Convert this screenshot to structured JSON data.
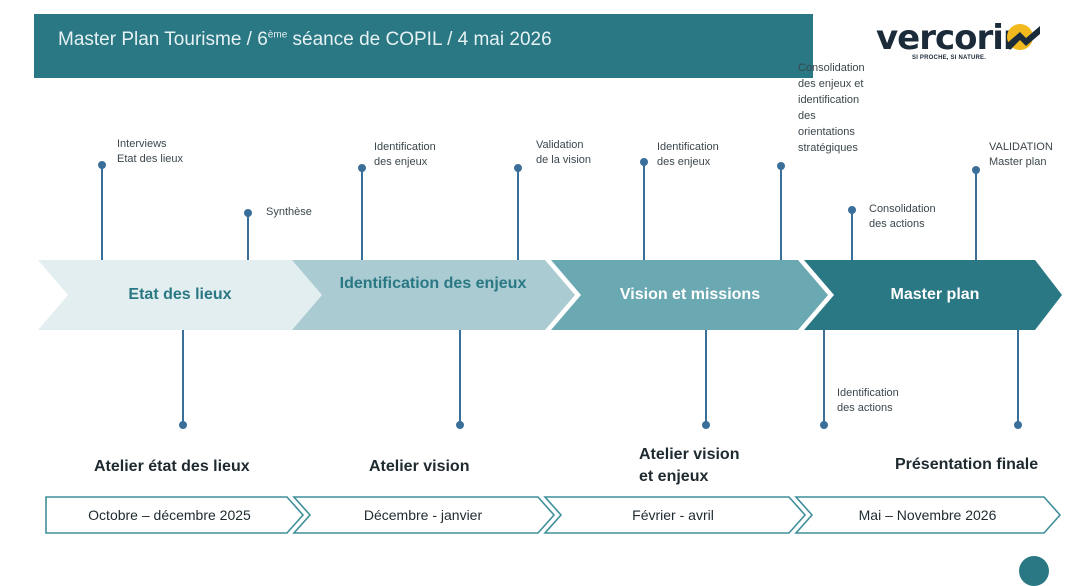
{
  "header": {
    "title_prefix": "Master Plan Tourisme / 6",
    "title_sup": "ème",
    "title_suffix": " séance de COPIL  / 4 mai 2026",
    "color": "#2a7884"
  },
  "logo": {
    "name": "vercorin",
    "tagline": "SI PROCHE, SI NATURE."
  },
  "phases": [
    {
      "label": "Etat des lieux",
      "fill": "#e3eef0",
      "text_color": "#2a7884"
    },
    {
      "label": "Identification des enjeux",
      "fill": "#a9cbd1",
      "text_color": "#2a7884"
    },
    {
      "label": "Vision et missions",
      "fill": "#6aa8b2",
      "text_color": "#ffffff"
    },
    {
      "label": "Master plan",
      "fill": "#2a7884",
      "text_color": "#ffffff"
    }
  ],
  "top_annotations": {
    "interviews": [
      "Interviews",
      "Etat des lieux"
    ],
    "synthese": [
      "Synthèse"
    ],
    "identification_1": [
      "Identification",
      "des enjeux"
    ],
    "validation": [
      "Validation",
      "de la vision"
    ],
    "identification_2": [
      "Identification",
      "des enjeux"
    ],
    "consolidation_enjeux": [
      "Consolidation",
      "des enjeux et",
      "identification",
      "des",
      "orientations",
      "stratégiques"
    ],
    "consolidation_actions": [
      "Consolidation",
      "des actions"
    ],
    "validation_master": [
      "VALIDATION",
      "Master plan"
    ]
  },
  "bottom_annotations": {
    "identification_actions": [
      "Identification",
      "des actions"
    ]
  },
  "ateliers": {
    "a1": "Atelier état des lieux",
    "a2": "Atelier vision",
    "a3_line1": "Atelier vision",
    "a3_line2": "et enjeux",
    "a4": "Présentation finale"
  },
  "timeline": [
    "Octobre – décembre 2025",
    "Décembre - janvier",
    "Février - avril",
    "Mai – Novembre 2026"
  ]
}
